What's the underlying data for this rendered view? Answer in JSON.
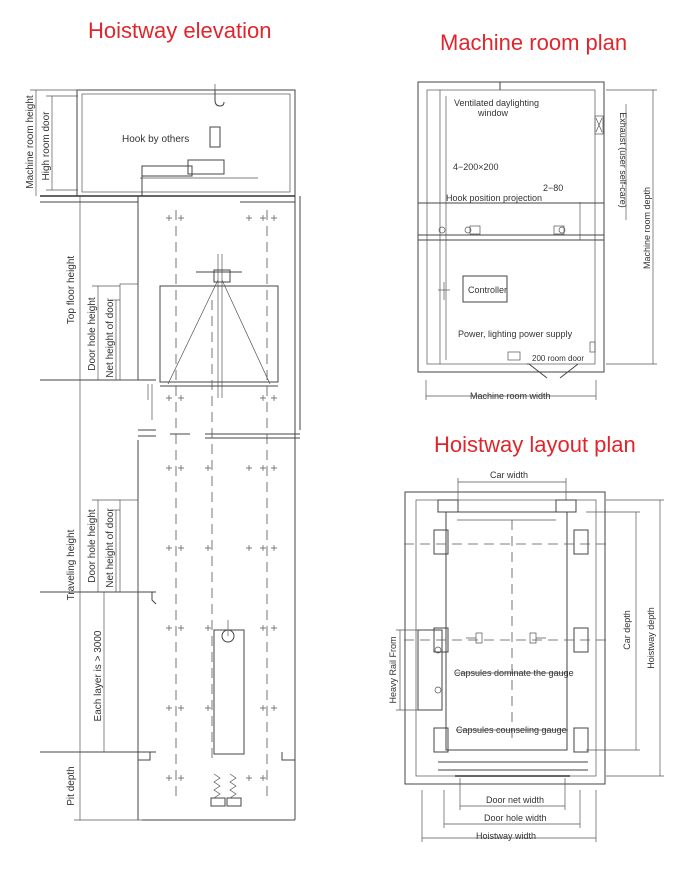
{
  "colors": {
    "title": "#e0262c",
    "line": "#444444",
    "text": "#333333"
  },
  "titles": {
    "hoistway_elevation": "Hoistway elevation",
    "machine_room_plan": "Machine room plan",
    "hoistway_layout_plan": "Hoistway layout plan"
  },
  "elevation": {
    "machine_room_height": "Machine room height",
    "high_room_door": "High room door",
    "hook_by_others": "Hook by others",
    "top_floor_height": "Top floor height",
    "door_hole_height": "Door hole height",
    "net_height_of_door": "Net height of door",
    "traveling_height": "Traveling height",
    "each_layer": "Each layer is > 3000",
    "pit_depth": "Pit depth"
  },
  "machine_room": {
    "ventilated_window": "Ventilated daylighting window",
    "holes": "4−200×200",
    "two_80": "2−80",
    "hook_position": "Hook position projection",
    "controller": "Controller",
    "power_supply": "Power, lighting power supply",
    "room_door": "200 room door",
    "exhaust": "Exhaust (user self-care)",
    "depth": "Machine room depth",
    "width": "Machine room width"
  },
  "layout": {
    "car_width": "Car width",
    "car_depth": "Car depth",
    "hoistway_depth": "Hoistway depth",
    "heavy_rail": "Heavy Rail From",
    "capsules_dominate": "Capsules dominate the gauge",
    "capsules_counseling": "Capsules counseling gauge",
    "door_net_width": "Door net width",
    "door_hole_width": "Door hole width",
    "hoistway_width": "Hoistway width"
  }
}
